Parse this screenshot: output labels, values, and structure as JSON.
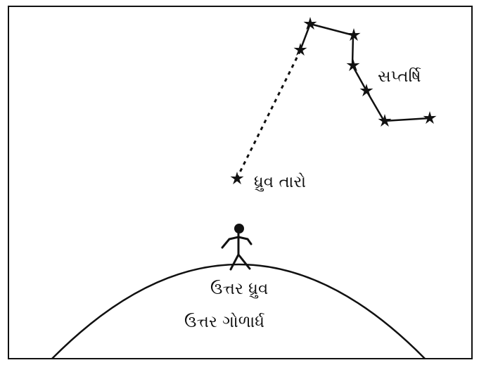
{
  "diagram": {
    "constellation_label": "સપ્તર્ષિ",
    "pole_star_label": "ધ્રુવ તારો",
    "north_pole_label": "ઉત્તર ધ્રુવ",
    "hemisphere_label": "ઉત્તર ગોળાર્ધ",
    "constellation_star_count": 7
  },
  "colors": {
    "ink": "#111111",
    "background": "#ffffff"
  },
  "icons": {
    "star": "star-icon",
    "person": "person-figure-icon"
  }
}
